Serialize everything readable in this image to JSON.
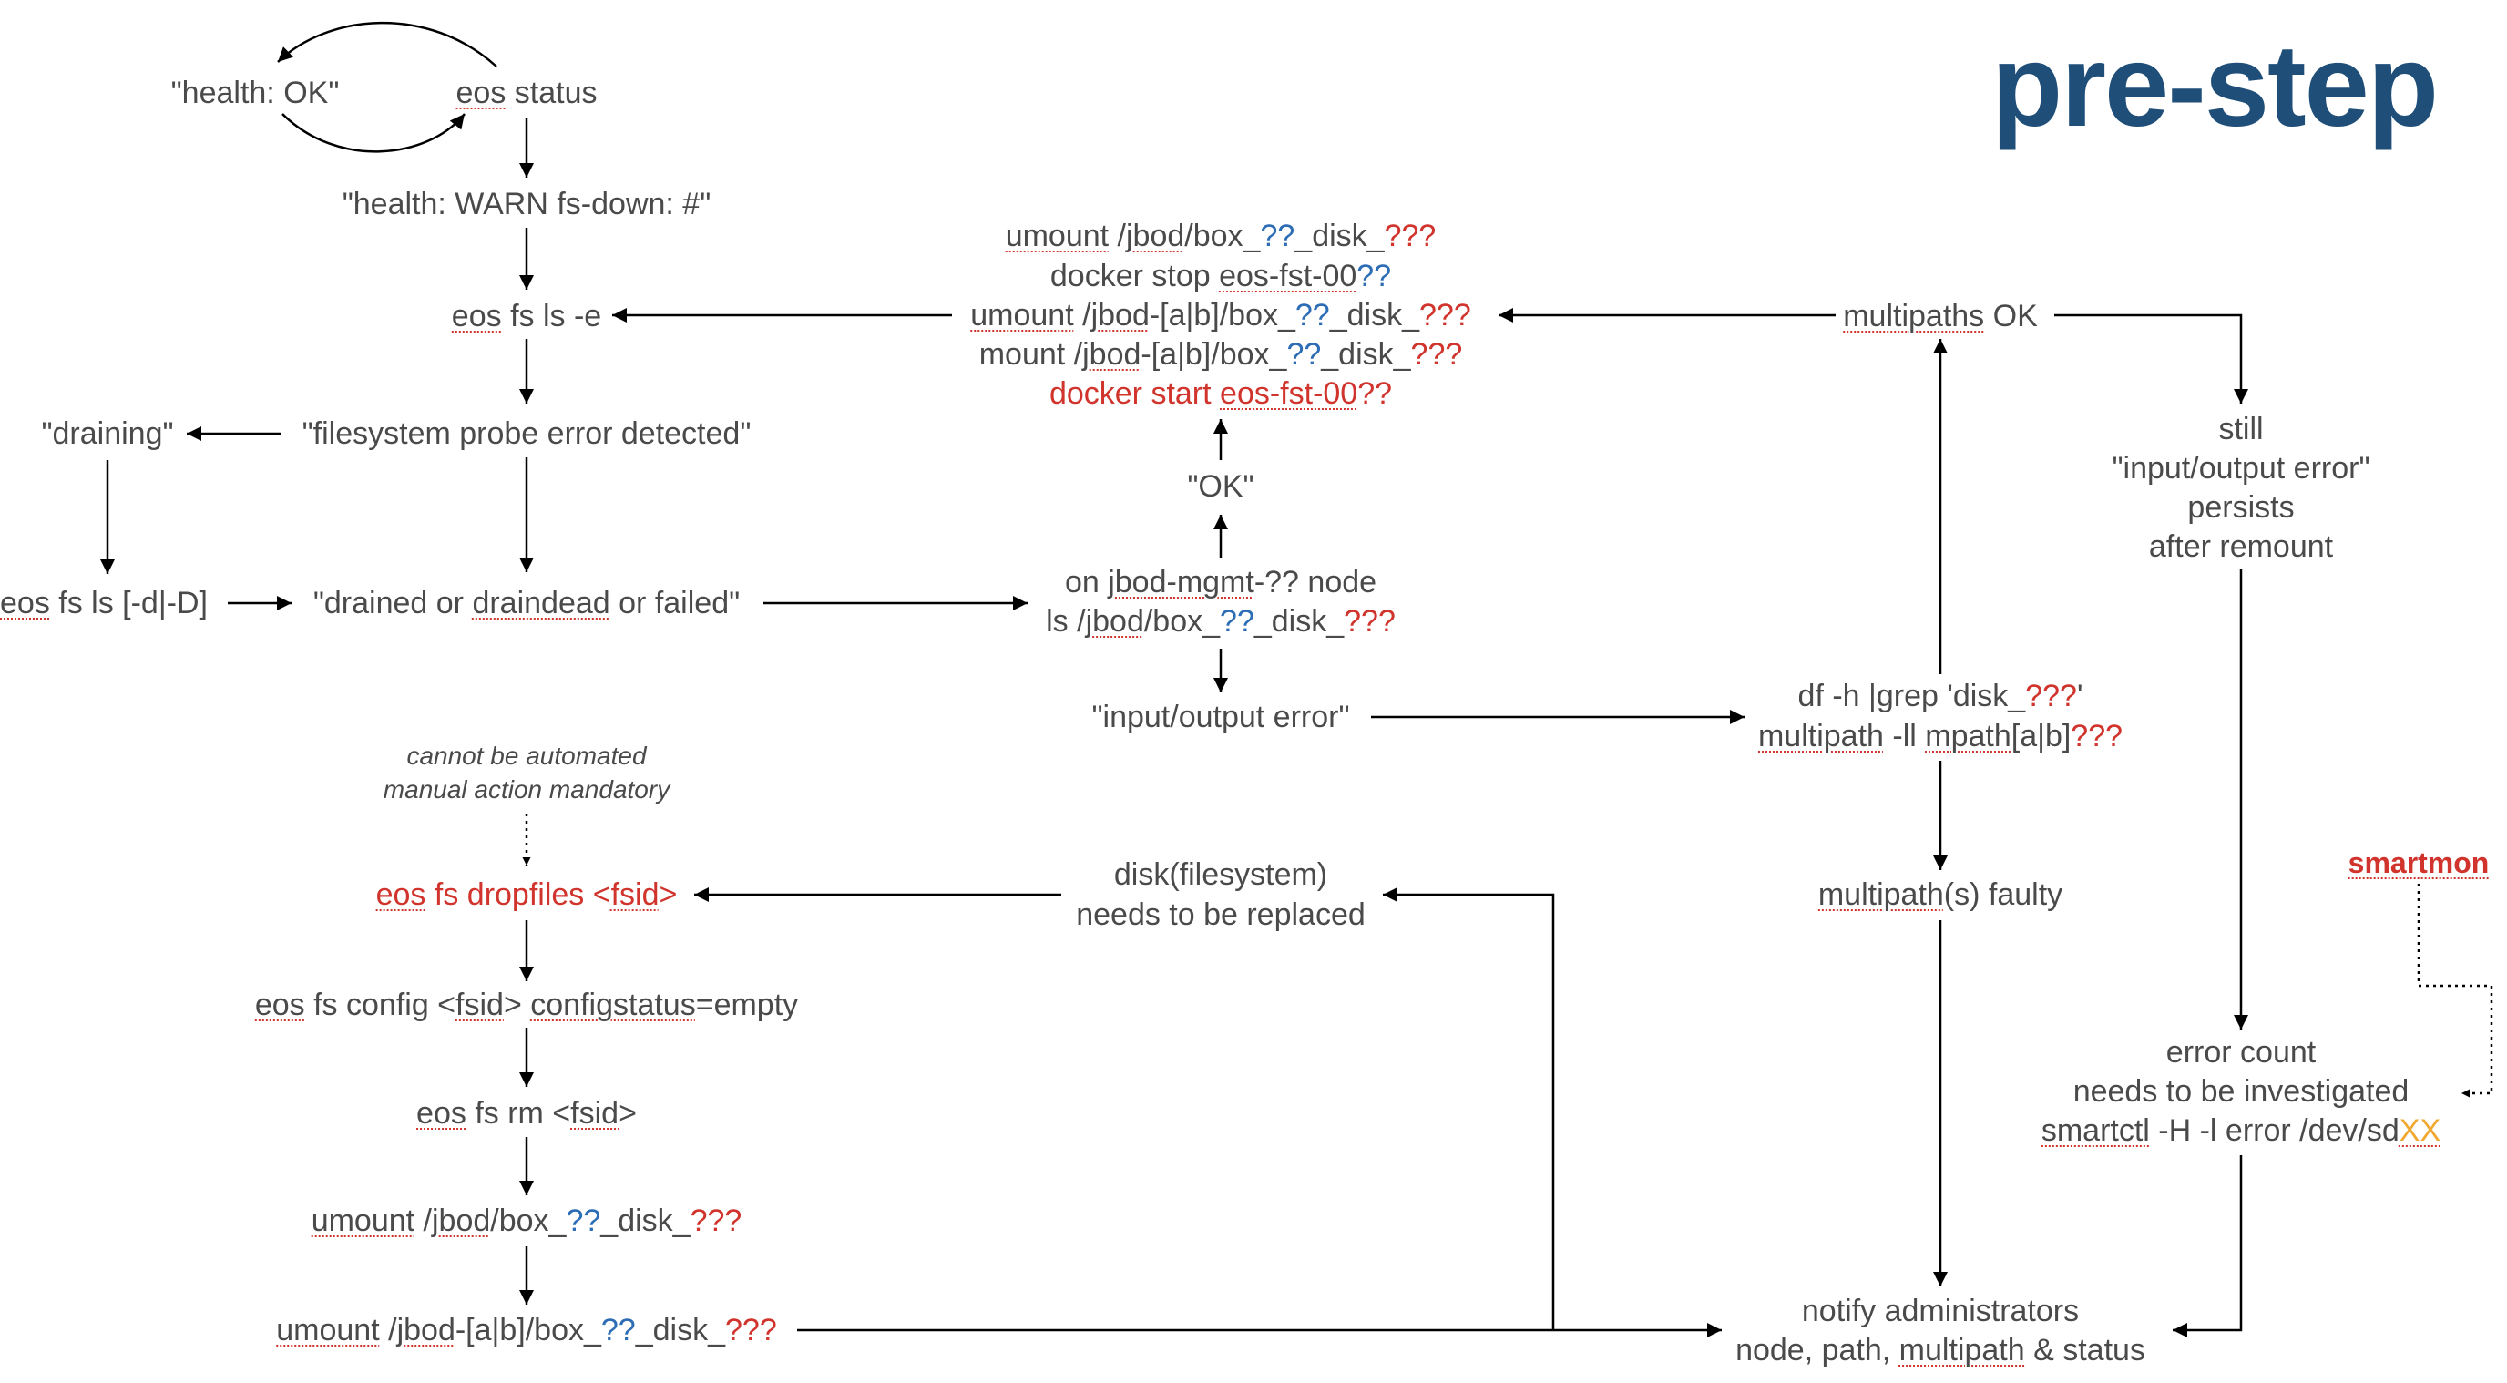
{
  "title": "pre-step",
  "health_ok": "\"health: OK\"",
  "eos_status": {
    "a": "eos",
    "b": " status"
  },
  "health_warn": "\"health: WARN fs-down: #\"",
  "fs_ls_e": {
    "a": "eos",
    "b": " fs ls -e"
  },
  "draining": "\"draining\"",
  "probe_error": "\"filesystem probe error detected\"",
  "fs_ls_d": {
    "a": "eos",
    "b": " fs ls [-d|-D]"
  },
  "drained": {
    "a": "\"drained or ",
    "b": "draindead",
    "c": " or failed\""
  },
  "remount": {
    "l1": {
      "a": "umount",
      "b": " /",
      "c": "jbod",
      "d": "/box_",
      "e": "??",
      "f": "_disk_",
      "g": "???"
    },
    "l2": {
      "a": "docker stop ",
      "b": "eos-fst-00",
      "c": "??"
    },
    "l3": {
      "a": "umount",
      "b": " /",
      "c": "jbod",
      "d": "-[a|b]/box_",
      "e": "??",
      "f": "_disk_",
      "g": "???"
    },
    "l4": {
      "a": "mount /",
      "b": "jbod",
      "c": "-[a|b]/box_",
      "d": "??",
      "e": "_disk_",
      "f": "???"
    },
    "l5": {
      "a": "docker start ",
      "b": "eos-fst-00",
      "c": "??"
    }
  },
  "ok": "\"OK\"",
  "node_check": {
    "l1": {
      "a": "on ",
      "b": "jbod-mgmt",
      "c": "-?? node"
    },
    "l2": {
      "a": "ls /",
      "b": "jbod",
      "c": "/box_",
      "d": "??",
      "e": "_disk_",
      "f": "???"
    }
  },
  "io_error": "\"input/output error\"",
  "df_check": {
    "l1": {
      "a": "df -h |grep 'disk_",
      "b": "???",
      "c": "'"
    },
    "l2": {
      "a": "multipath",
      "b": " -ll ",
      "c": "mpath",
      "d": "[a|b]",
      "e": "???"
    }
  },
  "multipaths_ok": {
    "a": "multipaths",
    "b": " OK"
  },
  "still_error": {
    "l1": "still",
    "l2": "\"input/output error\"",
    "l3": "persists",
    "l4": "after remount"
  },
  "note": {
    "l1": "cannot be automated",
    "l2": "manual action mandatory"
  },
  "dropfiles": {
    "a": "eos",
    "b": " fs dropfiles <",
    "c": "fsid",
    "d": ">"
  },
  "replace": {
    "l1": "disk(filesystem)",
    "l2": "needs to be replaced"
  },
  "multipath_faulty": {
    "a": "multipath",
    "b": "(s) faulty"
  },
  "smartmon": "smartmon",
  "fs_config": {
    "a": "eos",
    "b": " fs config <",
    "c": "fsid",
    "d": "> ",
    "e": "configstatus",
    "f": "=empty"
  },
  "error_count": {
    "l1": "error count",
    "l2": "needs to be investigated",
    "l3": {
      "a": "smartctl",
      "b": " -H -l error /dev/sd",
      "c": "XX"
    }
  },
  "fs_rm": {
    "a": "eos",
    "b": " fs rm <",
    "c": "fsid",
    "d": ">"
  },
  "umount_box": {
    "a": "umount",
    "b": " /",
    "c": "jbod",
    "d": "/box_",
    "e": "??",
    "f": "_disk_",
    "g": "???"
  },
  "umount_ab": {
    "a": "umount",
    "b": " /",
    "c": "jbod",
    "d": "-[a|b]/box_",
    "e": "??",
    "f": "_disk_",
    "g": "???"
  },
  "notify": {
    "l1": "notify administrators",
    "l2": {
      "a": "node, path, ",
      "b": "multipath",
      "c": " & status"
    }
  },
  "colors": {
    "text": "#4a4a4a",
    "title": "#1f4e79",
    "red": "#d0342c",
    "blue": "#2d6db5",
    "orange": "#f0a830",
    "line": "#000000"
  }
}
